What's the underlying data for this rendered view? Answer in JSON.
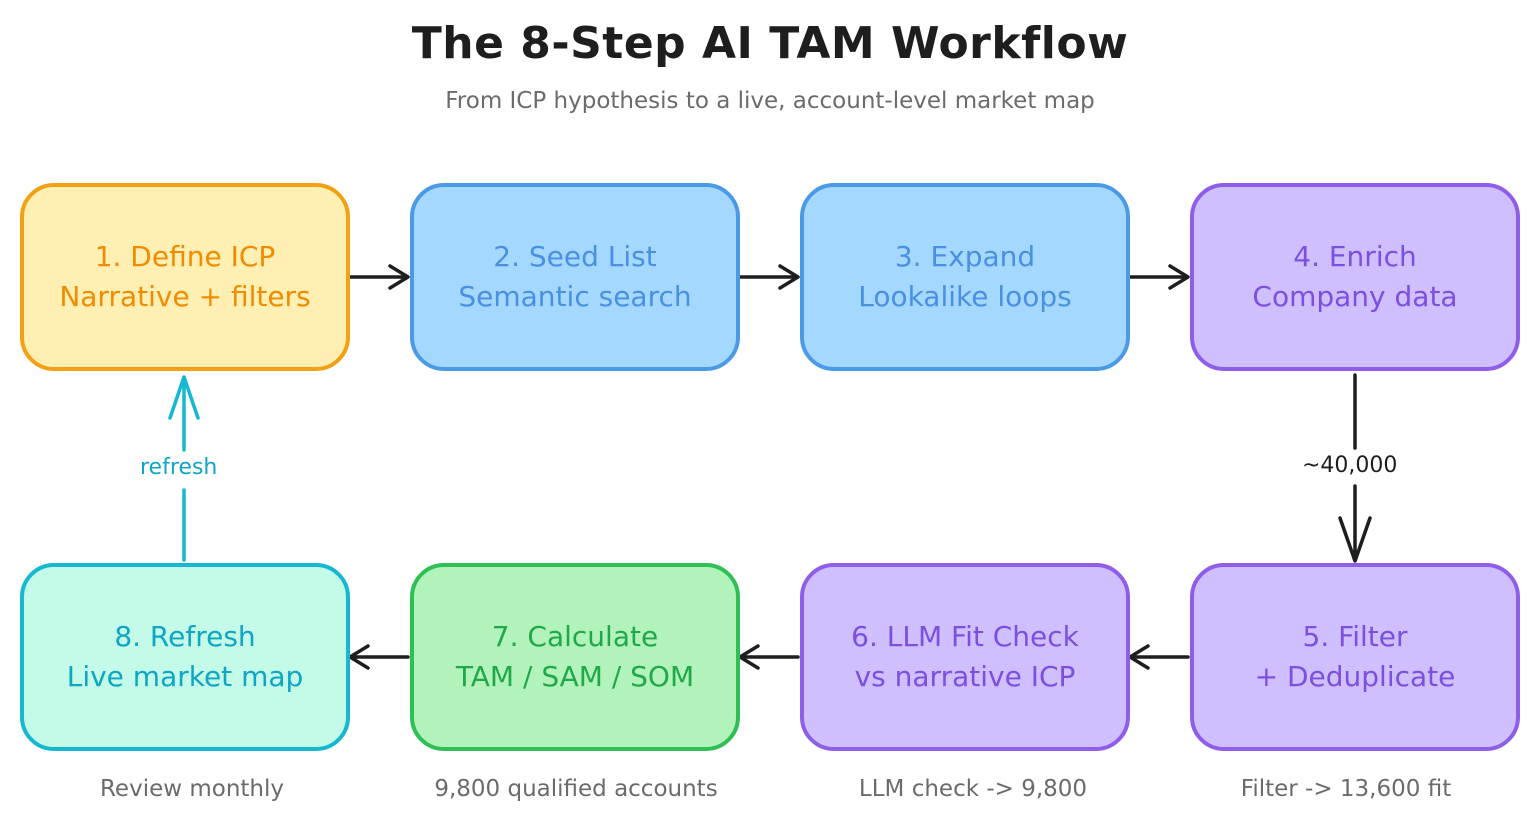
{
  "title": "The 8-Step AI TAM Workflow",
  "subtitle": "From ICP hypothesis to a live, account-level market map",
  "steps": [
    {
      "line1": "1. Define ICP",
      "line2": "Narrative + filters"
    },
    {
      "line1": "2. Seed List",
      "line2": "Semantic search"
    },
    {
      "line1": "3. Expand",
      "line2": "Lookalike loops"
    },
    {
      "line1": "4. Enrich",
      "line2": "Company data"
    },
    {
      "line1": "5. Filter",
      "line2": "+ Deduplicate"
    },
    {
      "line1": "6. LLM Fit Check",
      "line2": "vs narrative ICP"
    },
    {
      "line1": "7. Calculate",
      "line2": "TAM / SAM / SOM"
    },
    {
      "line1": "8. Refresh",
      "line2": "Live market map"
    }
  ],
  "captions": {
    "step5": "Filter -> 13,600 fit",
    "step6": "LLM check -> 9,800",
    "step7": "9,800 qualified accounts",
    "step8": "Review monthly"
  },
  "edge_labels": {
    "enrich_to_filter": "~40,000",
    "refresh_loop": "refresh"
  },
  "colors": {
    "orange": "#f08c00",
    "blue": "#4a90e2",
    "purple": "#7b4fe0",
    "green": "#20a84a",
    "cyan": "#0fa6c4",
    "arrow": "#1e1e1e"
  }
}
